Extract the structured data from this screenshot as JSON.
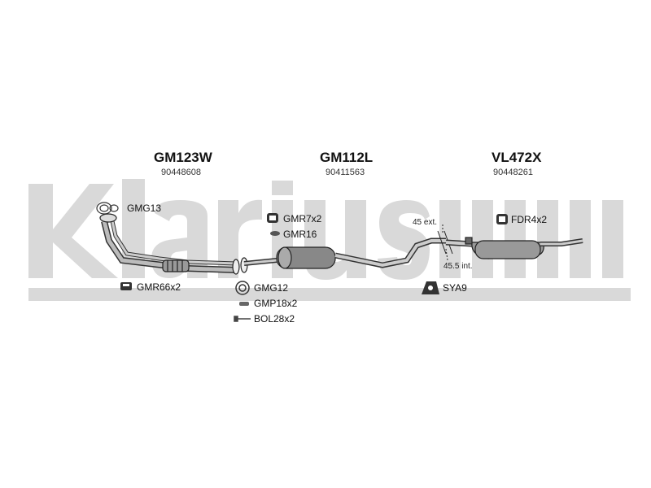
{
  "watermark": {
    "text": "klarius",
    "color": "#d9d9d9"
  },
  "sections": [
    {
      "code": "GM123W",
      "number": "90448608"
    },
    {
      "code": "GM112L",
      "number": "90411563"
    },
    {
      "code": "VL472X",
      "number": "90448261"
    }
  ],
  "parts": [
    {
      "label": "GMG13",
      "icon": "ring-gasket-icon"
    },
    {
      "label": "GMR7x2",
      "icon": "rubber-mount-icon"
    },
    {
      "label": "GMR16",
      "icon": "rubber-ring-icon"
    },
    {
      "label": "FDR4x2",
      "icon": "rubber-mount-icon"
    },
    {
      "label": "GMR66x2",
      "icon": "rubber-hanger-icon"
    },
    {
      "label": "GMG12",
      "icon": "ring-gasket-icon"
    },
    {
      "label": "GMP18x2",
      "icon": "clamp-icon"
    },
    {
      "label": "BOL28x2",
      "icon": "bolt-icon"
    },
    {
      "label": "SYA9",
      "icon": "hanger-bracket-icon"
    }
  ],
  "dimensions": {
    "ext": "45 ext.",
    "int": "45.5 int."
  }
}
